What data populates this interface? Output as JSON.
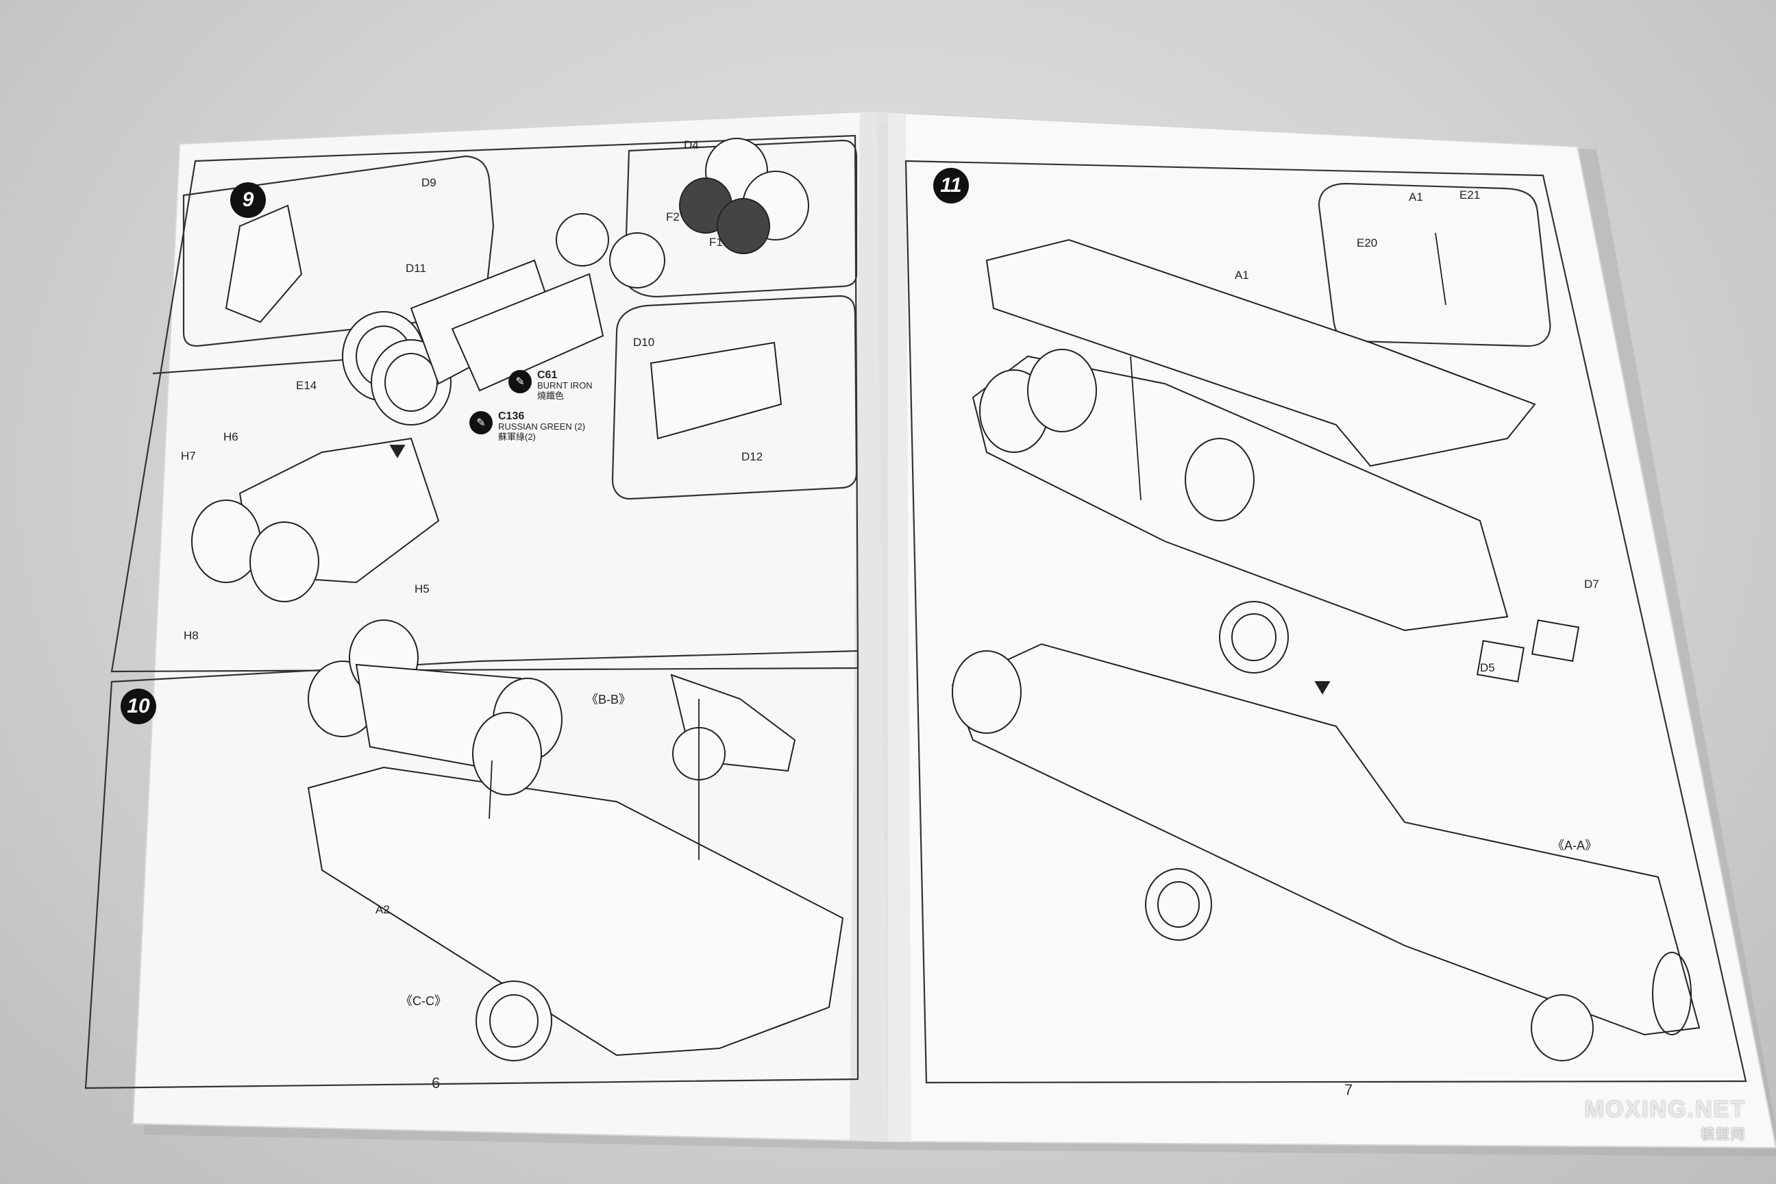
{
  "left_page": {
    "page_number": "6",
    "step9": {
      "badge": "9",
      "parts": [
        "D9",
        "D11",
        "D4",
        "F2",
        "F1",
        "D10",
        "D12",
        "E14",
        "H6",
        "H7",
        "H5",
        "H8"
      ],
      "paint1": {
        "code": "C61",
        "name": "BURNT IRON",
        "cn": "燒鐵色"
      },
      "paint2": {
        "code": "C136",
        "name": "RUSSIAN GREEN (2)",
        "cn": "蘇軍綠(2)"
      }
    },
    "step10": {
      "badge": "10",
      "parts": [
        "A2"
      ],
      "section_bb": "《B-B》",
      "section_cc": "《C-C》"
    }
  },
  "right_page": {
    "page_number": "7",
    "step11": {
      "badge": "11",
      "parts": [
        "A1",
        "A1",
        "E21",
        "E20",
        "D7",
        "D5"
      ],
      "section_aa": "《A-A》"
    }
  },
  "watermark": {
    "line1": "MOXING.NET",
    "line2": "模型网"
  }
}
